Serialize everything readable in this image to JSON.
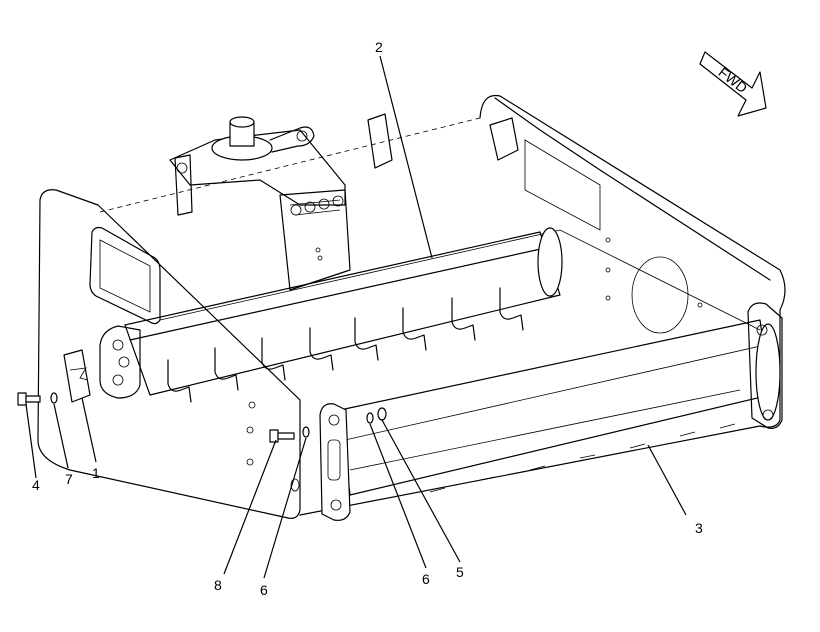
{
  "direction_arrow": {
    "label": "FWD"
  },
  "callouts": [
    {
      "id": "c1",
      "label": "1"
    },
    {
      "id": "c2",
      "label": "2"
    },
    {
      "id": "c3",
      "label": "3"
    },
    {
      "id": "c4",
      "label": "4"
    },
    {
      "id": "c5",
      "label": "5"
    },
    {
      "id": "c6a",
      "label": "6"
    },
    {
      "id": "c6b",
      "label": "6"
    },
    {
      "id": "c7",
      "label": "7"
    },
    {
      "id": "c8",
      "label": "8"
    }
  ]
}
